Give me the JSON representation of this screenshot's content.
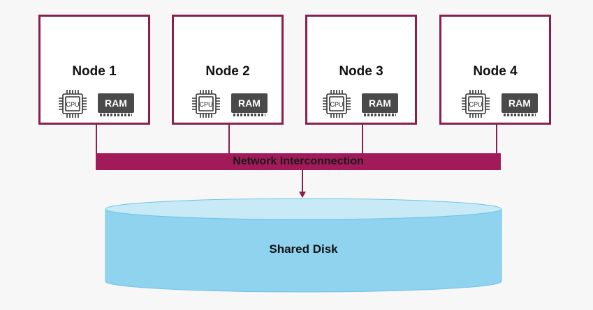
{
  "nodes": [
    {
      "title": "Node 1",
      "cpu_label": "CPU",
      "ram_label": "RAM"
    },
    {
      "title": "Node 2",
      "cpu_label": "CPU",
      "ram_label": "RAM"
    },
    {
      "title": "Node 3",
      "cpu_label": "CPU",
      "ram_label": "RAM"
    },
    {
      "title": "Node 4",
      "cpu_label": "CPU",
      "ram_label": "RAM"
    }
  ],
  "network": {
    "label": "Network Interconnection"
  },
  "disk": {
    "label": "Shared Disk"
  },
  "colors": {
    "node_border": "#8b1e4f",
    "bus": "#a11a5a",
    "disk_fill": "#8fd3ef",
    "disk_top": "#c8eaf7",
    "chip_dark": "#4a4a4a"
  }
}
